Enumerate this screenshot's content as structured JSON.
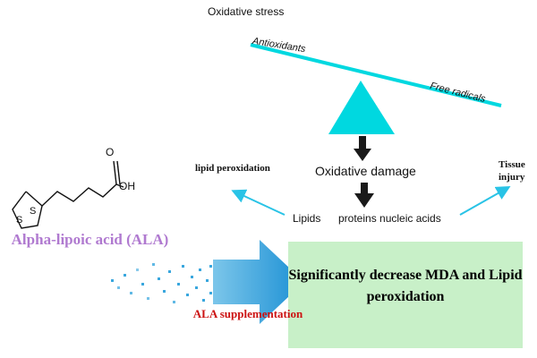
{
  "diagram": {
    "title": "Oxidative stress",
    "seesaw": {
      "left_label": "Antioxidants",
      "right_label": "Free radicals",
      "color": "#00d8e0"
    },
    "center_label": "Oxidative damage",
    "left_outcome": "lipid peroxidation",
    "right_outcome": "Tissue injury",
    "targets": {
      "lipids": "Lipids",
      "others": "proteins nucleic acids"
    },
    "compound": {
      "name": "Alpha-lipoic acid (ALA)",
      "name_color": "#b07ad0",
      "atoms": {
        "oxygen": "O",
        "hydroxyl": "OH",
        "sulfur_1": "S",
        "sulfur_2": "S"
      }
    },
    "intervention": {
      "label": "ALA supplementation",
      "label_color": "#cc1111",
      "arrow_color": "#2a9ad8"
    },
    "result": {
      "text": "Significantly decrease MDA and Lipid peroxidation",
      "box_color": "#c8f0c8"
    }
  }
}
